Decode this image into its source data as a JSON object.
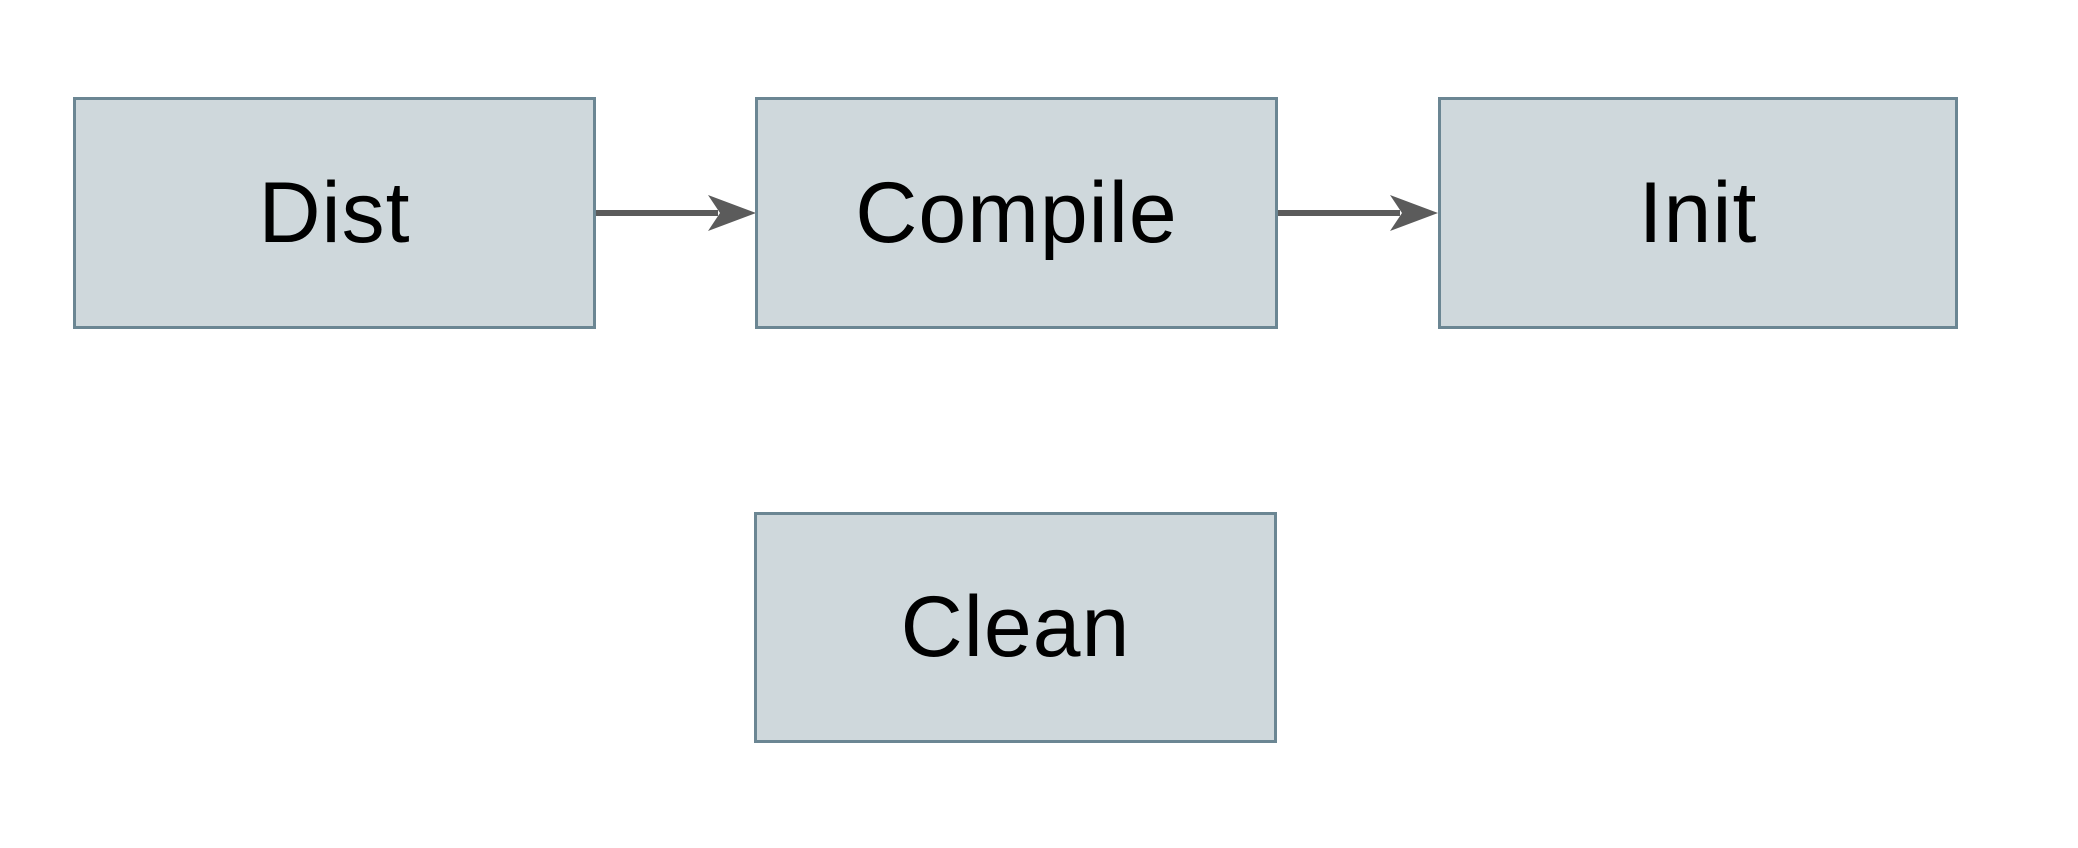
{
  "diagram": {
    "type": "flowchart",
    "background_color": "#ffffff",
    "node_fill_color": "#cfd8dc",
    "node_border_color": "#6b8693",
    "arrow_color": "#5b5b5b",
    "text_color": "#000000",
    "nodes": [
      {
        "id": "dist",
        "label": "Dist",
        "row": 1
      },
      {
        "id": "compile",
        "label": "Compile",
        "row": 1
      },
      {
        "id": "init",
        "label": "Init",
        "row": 1
      },
      {
        "id": "clean",
        "label": "Clean",
        "row": 2
      }
    ],
    "edges": [
      {
        "from": "Dist",
        "to": "Compile",
        "style": "solid-arrow"
      },
      {
        "from": "Compile",
        "to": "Init",
        "style": "solid-arrow"
      }
    ]
  }
}
